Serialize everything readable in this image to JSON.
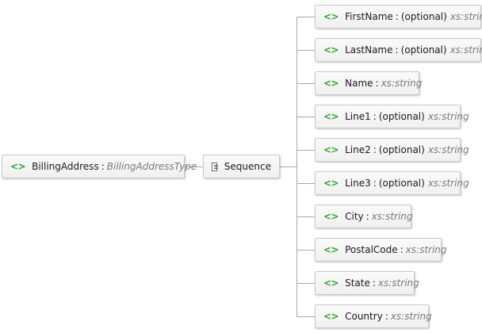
{
  "root": {
    "icon": "element-icon",
    "name": "BillingAddress",
    "separator": ":",
    "type": "BillingAddressType"
  },
  "sequence": {
    "icon": "sequence-icon",
    "label": "Sequence"
  },
  "children": [
    {
      "name": "FirstName",
      "separator": ":",
      "optional": "(optional)",
      "type": "xs:string"
    },
    {
      "name": "LastName",
      "separator": ":",
      "optional": "(optional)",
      "type": "xs:string"
    },
    {
      "name": "Name",
      "separator": ":",
      "optional": "",
      "type": "xs:string"
    },
    {
      "name": "Line1",
      "separator": ":",
      "optional": "(optional)",
      "type": "xs:string"
    },
    {
      "name": "Line2",
      "separator": ":",
      "optional": "(optional)",
      "type": "xs:string"
    },
    {
      "name": "Line3",
      "separator": ":",
      "optional": "(optional)",
      "type": "xs:string"
    },
    {
      "name": "City",
      "separator": ":",
      "optional": "",
      "type": "xs:string"
    },
    {
      "name": "PostalCode",
      "separator": ":",
      "optional": "",
      "type": "xs:string"
    },
    {
      "name": "State",
      "separator": ":",
      "optional": "",
      "type": "xs:string"
    },
    {
      "name": "Country",
      "separator": ":",
      "optional": "",
      "type": "xs:string"
    }
  ],
  "colors": {
    "element_icon": "#2fa52f",
    "type_text": "#7a7a7a",
    "connector": "#a8a8a8",
    "node_border": "#c9c9c9"
  }
}
